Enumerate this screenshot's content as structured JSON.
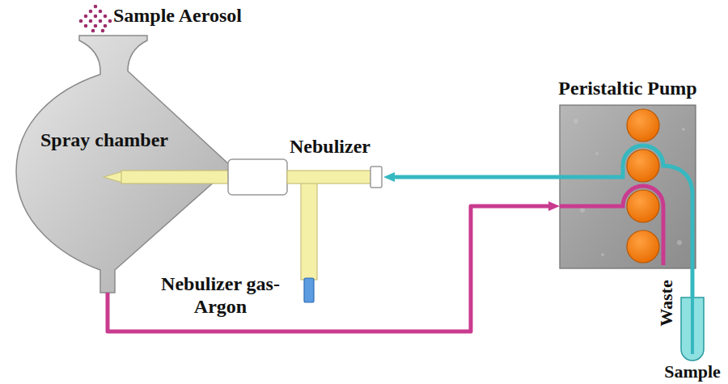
{
  "diagram": {
    "nodes": [
      {
        "text": [
          "Spray chamber"
        ]
      },
      {
        "text": [
          "Nebulizer"
        ]
      },
      {
        "text": [
          "Peristaltic Pump"
        ]
      },
      {
        "text": [
          "Sample"
        ]
      }
    ],
    "edges": [
      {
        "from": 3,
        "to": 2,
        "arrow": "none"
      },
      {
        "from": 2,
        "to": 1,
        "arrow": "to"
      },
      {
        "from": 0,
        "to": 2,
        "arrow": "to"
      }
    ],
    "labels": [
      "Sample Aerosol",
      "Nebulizer gas- Argon",
      "Waste"
    ]
  }
}
